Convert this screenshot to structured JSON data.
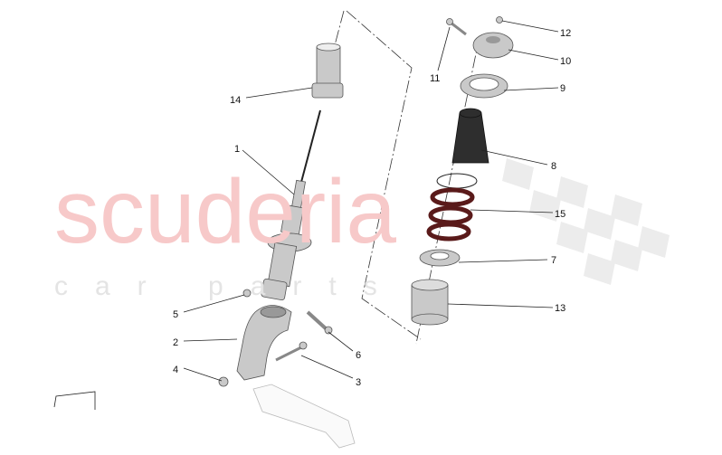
{
  "watermark": {
    "line1": "scuderia",
    "line2": "car parts"
  },
  "callouts": [
    {
      "id": "14",
      "label": "14"
    },
    {
      "id": "1",
      "label": "1"
    },
    {
      "id": "5",
      "label": "5"
    },
    {
      "id": "2",
      "label": "2"
    },
    {
      "id": "4",
      "label": "4"
    },
    {
      "id": "6",
      "label": "6"
    },
    {
      "id": "3",
      "label": "3"
    },
    {
      "id": "11",
      "label": "11"
    },
    {
      "id": "12",
      "label": "12"
    },
    {
      "id": "10",
      "label": "10"
    },
    {
      "id": "9",
      "label": "9"
    },
    {
      "id": "8",
      "label": "8"
    },
    {
      "id": "15",
      "label": "15"
    },
    {
      "id": "7",
      "label": "7"
    },
    {
      "id": "13",
      "label": "13"
    }
  ],
  "colors": {
    "watermark": "#f7c9c9",
    "spring": "#5a1a1a",
    "parts": "#c9c9c9"
  }
}
